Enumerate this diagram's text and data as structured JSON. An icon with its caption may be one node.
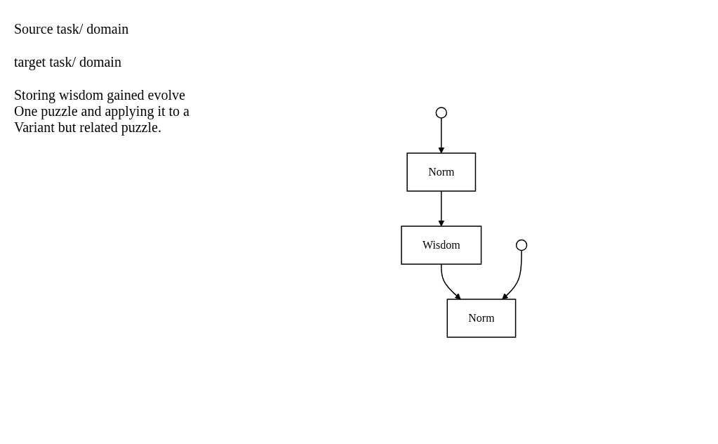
{
  "diagram": {
    "nodes": [
      {
        "text": [],
        "shape": "circle"
      },
      {
        "text": [],
        "shape": "circle"
      },
      {
        "text": [
          "Norm"
        ]
      },
      {
        "text": [
          "Norm"
        ]
      },
      {
        "text": [
          "Wisdom"
        ]
      }
    ],
    "edges": [
      {
        "from": 0,
        "to": 2,
        "arrow": "to"
      },
      {
        "from": 2,
        "to": 4,
        "arrow": "to"
      },
      {
        "from": 4,
        "to": 3,
        "arrow": "to"
      },
      {
        "from": 1,
        "to": 3,
        "arrow": "to"
      }
    ],
    "labels": [
      "Source task/ domain",
      "target task/ domain",
      "Storing wisdom gained evolve One puzzle and applying it to a Variant but related puzzle."
    ]
  }
}
